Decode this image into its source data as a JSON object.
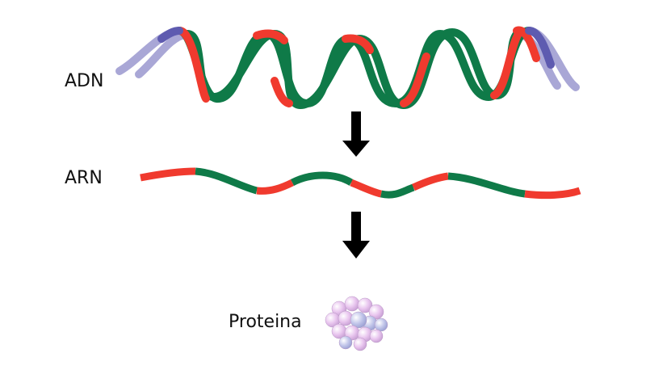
{
  "labels": {
    "dna": "ADN",
    "rna": "ARN",
    "protein": "Proteina"
  },
  "colors": {
    "red": "#f03a2e",
    "green": "#0f7a48",
    "blue": "#5e5bb0",
    "blue_faded": "#a9a7d6",
    "arrow": "#000000",
    "protein_pink": "#e9c6ef",
    "protein_blue": "#c2c6ea"
  }
}
